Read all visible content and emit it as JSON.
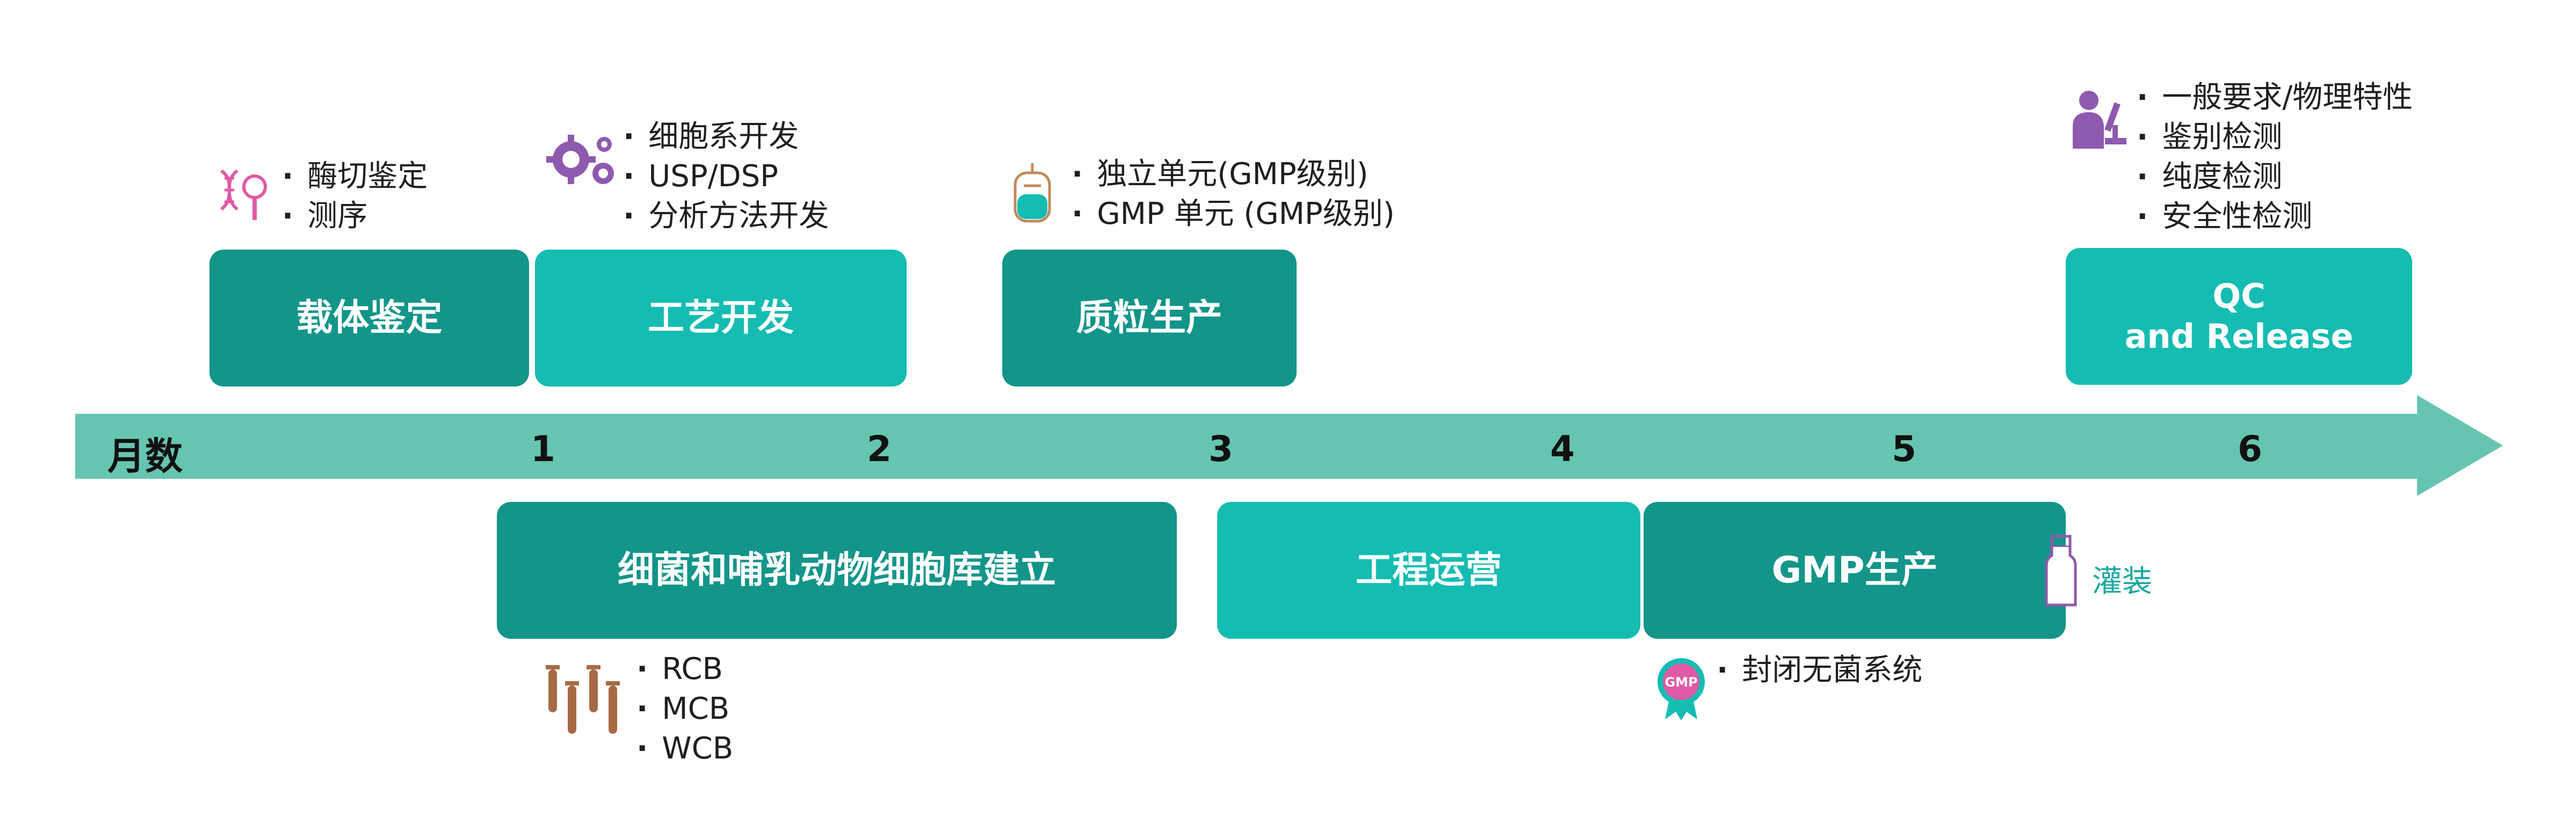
{
  "axis": {
    "label": "月数",
    "months": [
      "1",
      "2",
      "3",
      "4",
      "5",
      "6"
    ]
  },
  "top_stages": [
    {
      "label": "载体鉴定",
      "bullets": [
        "酶切鉴定",
        "测序"
      ],
      "icon": "dna-magnifier-icon"
    },
    {
      "label": "工艺开发",
      "bullets": [
        "细胞系开发",
        "USP/DSP",
        "分析方法开发"
      ],
      "icon": "gears-icon"
    },
    {
      "label": "质粒生产",
      "bullets": [
        "独立单元(GMP级别)",
        "GMP 单元 (GMP级别)"
      ],
      "icon": "bioreactor-icon"
    },
    {
      "label_line1": "QC",
      "label_line2": "and Release",
      "bullets": [
        "一般要求/物理特性",
        "鉴别检测",
        "纯度检测",
        "安全性检测"
      ],
      "icon": "scientist-microscope-icon"
    }
  ],
  "bottom_stages": [
    {
      "label": "细菌和哺乳动物细胞库建立",
      "bullets": [
        "RCB",
        "MCB",
        "WCB"
      ],
      "icon": "test-tubes-icon"
    },
    {
      "label": "工程运营"
    },
    {
      "label": "GMP生产",
      "bullets": [
        "封闭无菌系统"
      ],
      "icon": "gmp-badge-icon",
      "badge_text": "GMP"
    }
  ],
  "fill_finish": {
    "label": "灌装",
    "icon": "vial-icon"
  },
  "colors": {
    "dark_teal": "#13958a",
    "light_teal": "#14bcb2",
    "arrow": "#66c5b0",
    "pink_icon": "#e05aa5",
    "purple_icon": "#8e5aae",
    "brown_icon": "#a86a45"
  }
}
